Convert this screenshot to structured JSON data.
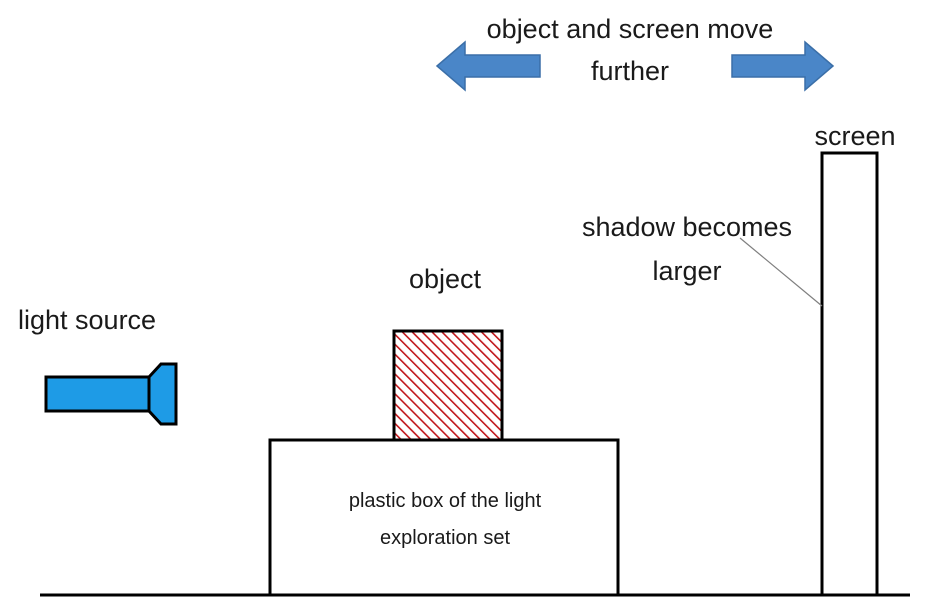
{
  "header": {
    "line1": "object and screen move",
    "line2": "further"
  },
  "labels": {
    "screen": "screen",
    "shadow_line1": "shadow becomes",
    "shadow_line2": "larger",
    "object": "object",
    "light_source": "light source",
    "box_line1": "plastic box of the light",
    "box_line2": "exploration set"
  },
  "icons": {
    "left": "arrow-left-icon",
    "right": "arrow-right-icon",
    "light": "flashlight-icon"
  },
  "colors": {
    "arrow_fill": "#4a86c8",
    "flashlight_fill": "#1e9be6",
    "object_hatch": "#c0161b",
    "outline": "#000000"
  }
}
